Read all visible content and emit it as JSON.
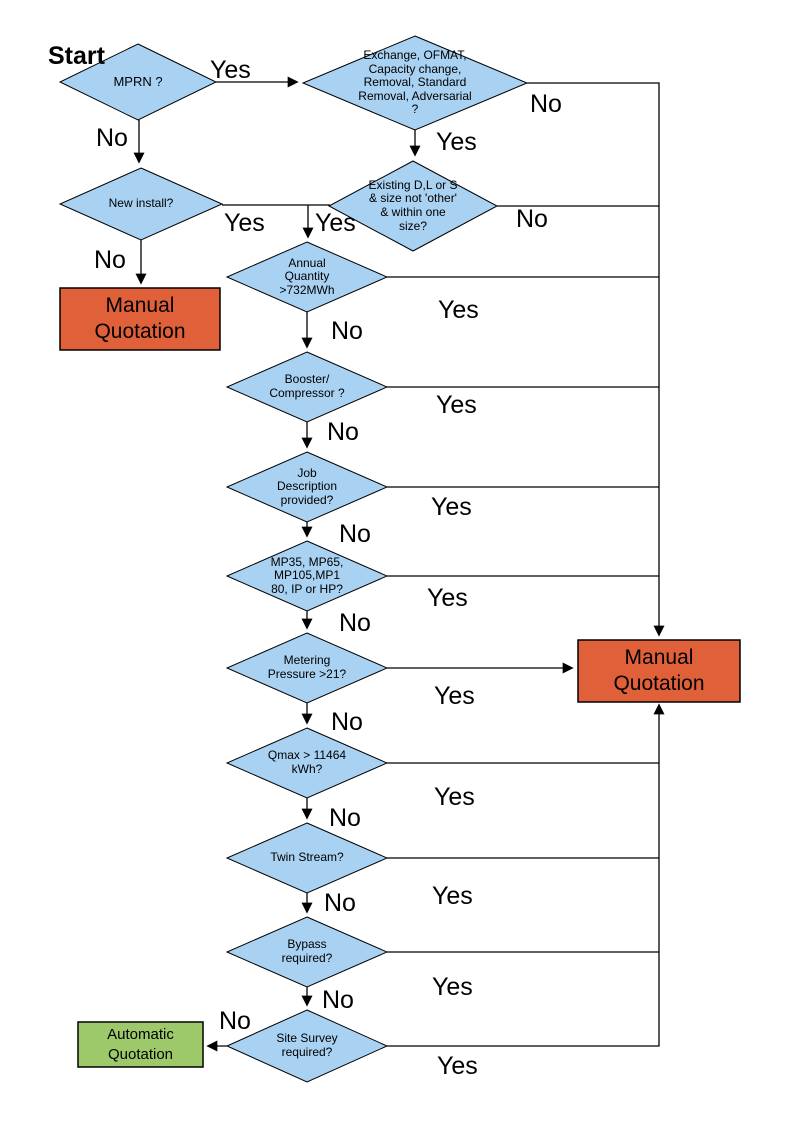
{
  "flowchart": {
    "start_label": "Start",
    "branch_labels": {
      "yes": "Yes",
      "no": "No"
    },
    "decisions": {
      "mprn": "MPRN ?",
      "exchange": "Exchange, OFMAT, Capacity change, Removal, Standard Removal, Adversarial ?",
      "new_install": "New install?",
      "existing_size": "Existing D,L or S & size not 'other' & within one size?",
      "annual_quantity": "Annual Quantity >732MWh",
      "booster": "Booster/ Compressor ?",
      "job_description": "Job Description provided?",
      "pressure_tier": "MP35, MP65, MP105,MP1 80, IP or HP?",
      "metering_pressure": "Metering Pressure >21?",
      "qmax": "Qmax > 11464 kWh?",
      "twin_stream": "Twin Stream?",
      "bypass": "Bypass required?",
      "site_survey": "Site Survey required?"
    },
    "outcomes": {
      "manual_left": "Manual Quotation",
      "manual_right": "Manual Quotation",
      "automatic": "Automatic Quotation"
    },
    "colors": {
      "decision_fill": "#A8D1F2",
      "manual_outcome_fill": "#E0603A",
      "automatic_outcome_fill": "#9DC96B",
      "line": "#000000"
    }
  }
}
